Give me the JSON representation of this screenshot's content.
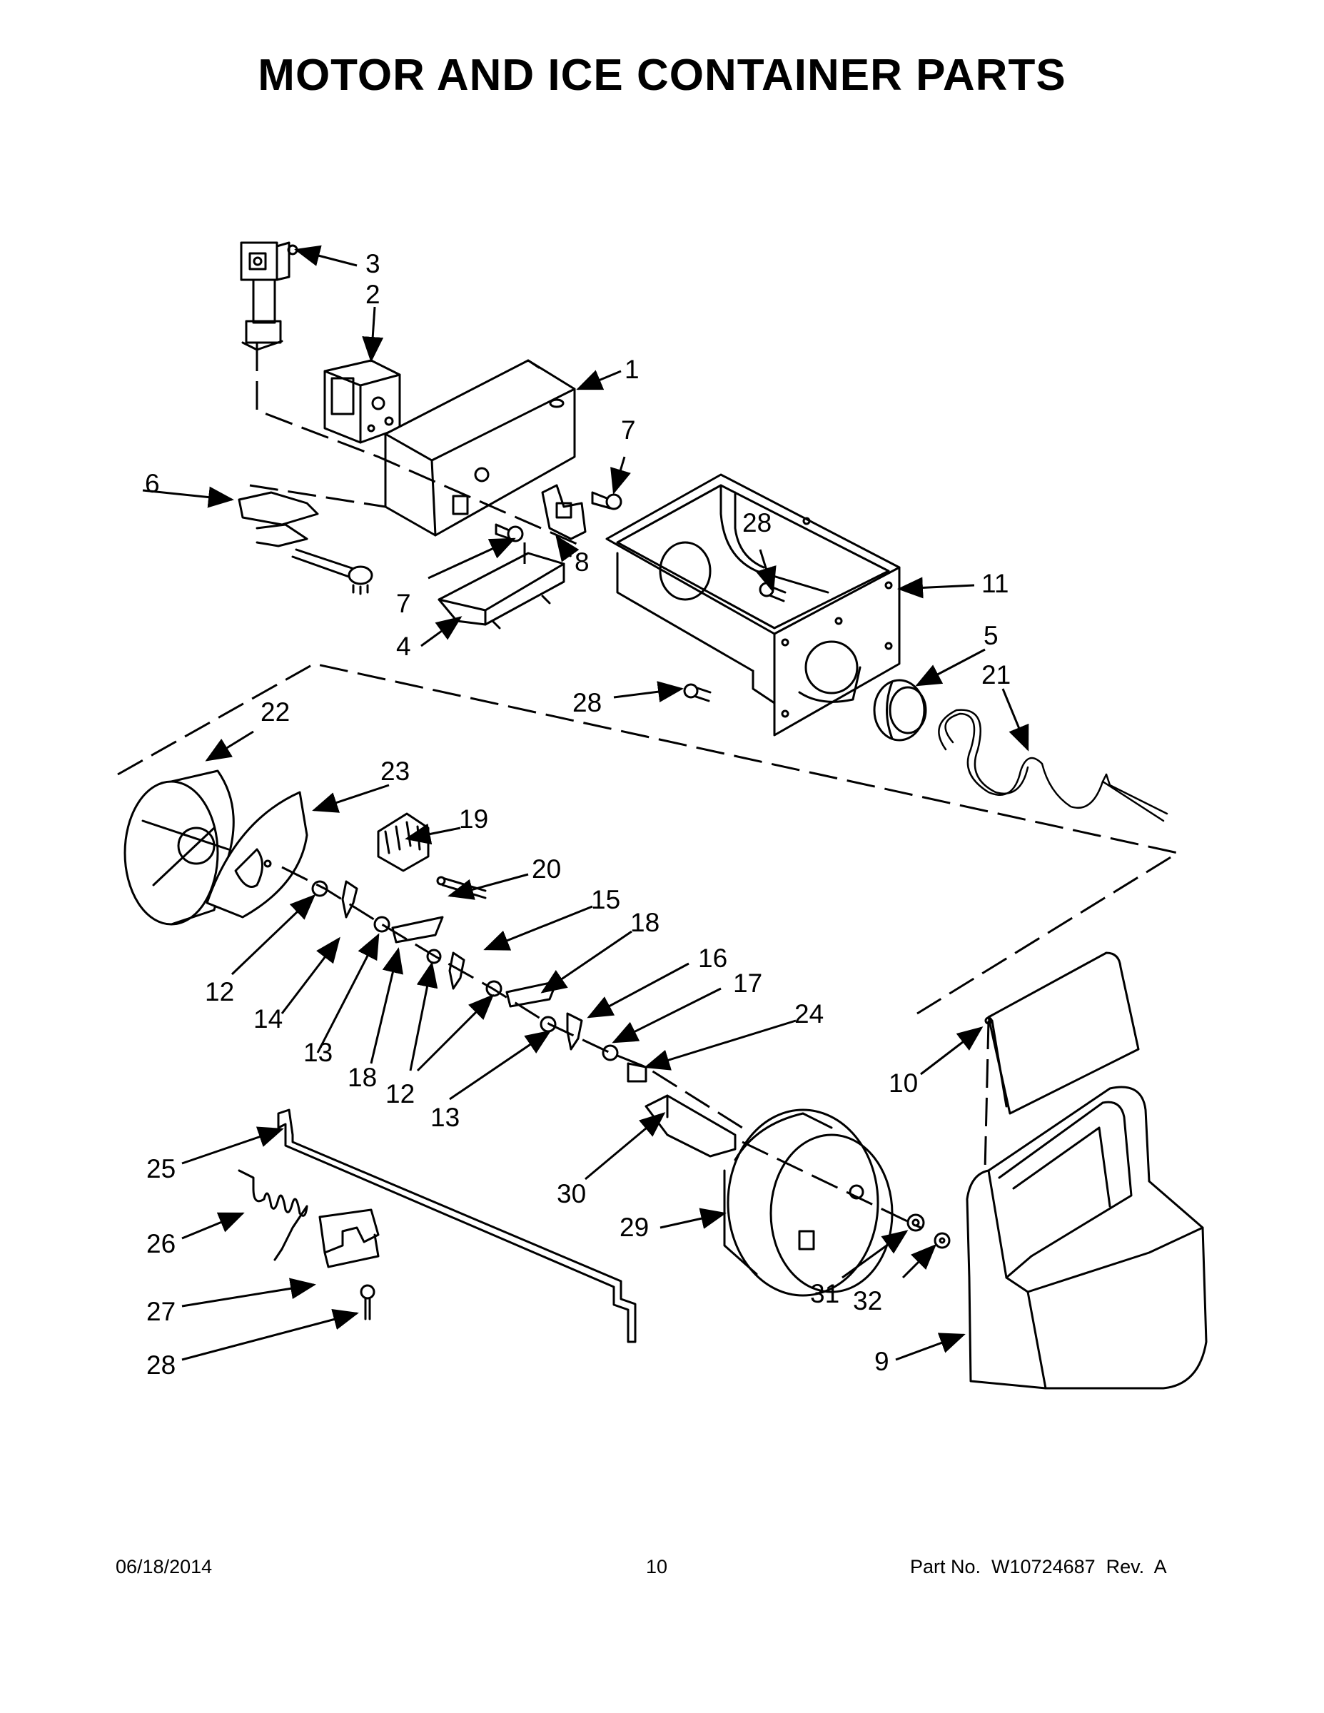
{
  "title": "MOTOR AND ICE CONTAINER PARTS",
  "footer": {
    "date": "06/18/2014",
    "page": "10",
    "part_number": "Part No.  W10724687  Rev.  A"
  },
  "callouts": {
    "c1": "1",
    "c2": "2",
    "c3": "3",
    "c4": "4",
    "c5": "5",
    "c6": "6",
    "c7a": "7",
    "c7b": "7",
    "c8": "8",
    "c9": "9",
    "c10": "10",
    "c11": "11",
    "c12a": "12",
    "c12b": "12",
    "c13a": "13",
    "c13b": "13",
    "c14": "14",
    "c15": "15",
    "c16": "16",
    "c17": "17",
    "c18a": "18",
    "c18b": "18",
    "c19": "19",
    "c20": "20",
    "c21": "21",
    "c22": "22",
    "c23": "23",
    "c24": "24",
    "c25": "25",
    "c26": "26",
    "c27": "27",
    "c28a": "28",
    "c28b": "28",
    "c28c": "28",
    "c29": "29",
    "c30": "30",
    "c31": "31",
    "c32": "32"
  }
}
